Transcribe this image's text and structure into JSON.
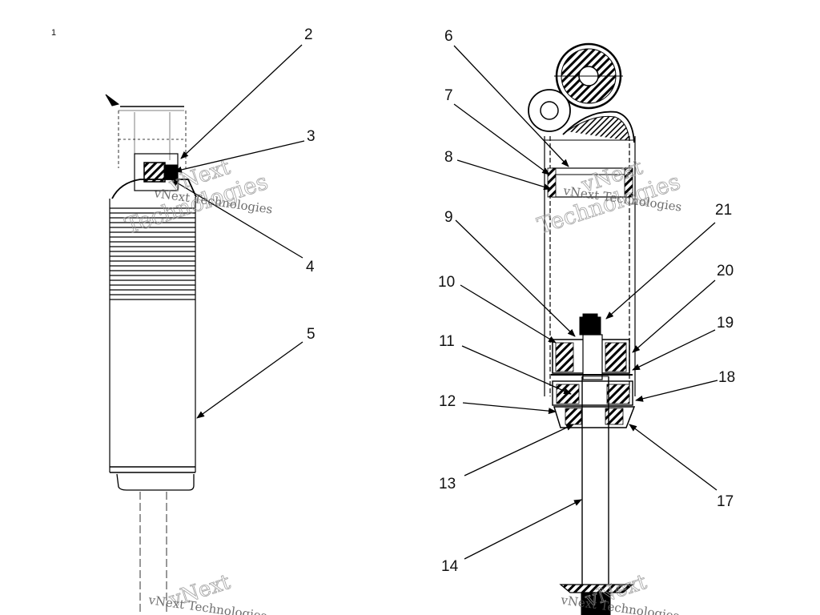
{
  "left_figure": {
    "corner_mark": "1",
    "callouts": [
      "2",
      "3",
      "4",
      "5"
    ]
  },
  "right_figure": {
    "callouts": [
      "6",
      "7",
      "8",
      "9",
      "10",
      "11",
      "12",
      "13",
      "14",
      "17",
      "18",
      "19",
      "20",
      "21"
    ]
  },
  "watermark": {
    "brand": "vNext",
    "word": "Technologies",
    "full": "vNext Technologies"
  }
}
